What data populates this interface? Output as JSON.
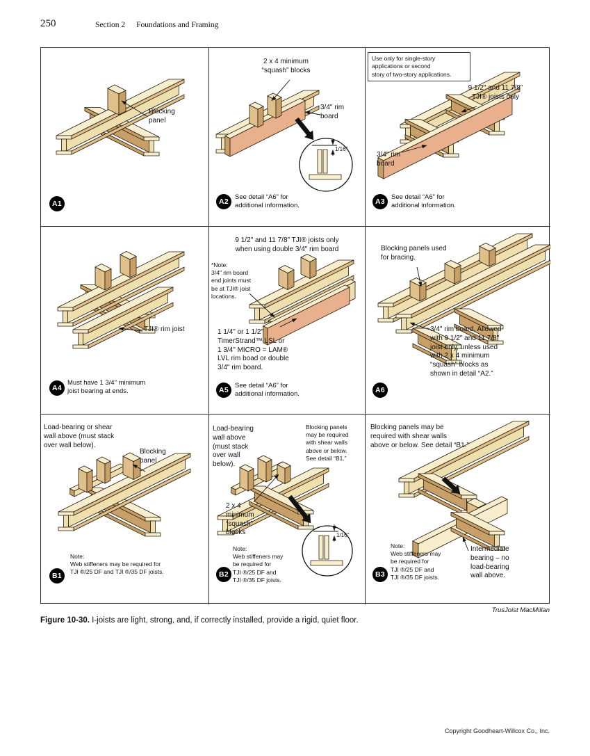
{
  "page": {
    "number": "250",
    "section": "Section 2",
    "section_title": "Foundations and Framing",
    "credit": "TrusJoist MacMillan",
    "figure_label": "Figure 10-30.",
    "figure_caption": " I-joists are light, strong, and, if correctly installed, provide a rigid, quiet floor.",
    "copyright": "Copyright Goodheart-Willcox Co., Inc."
  },
  "cells": {
    "a1": {
      "badge": "A1",
      "blocking_panel_label": "Blocking\npanel"
    },
    "a2": {
      "badge": "A2",
      "squash_label": "2 x 4 minimum\n“squash” blocks",
      "rim_label": "3/4\" rim\nboard",
      "gap_dim": "1/16\"",
      "see_detail": "See detail “A6” for\nadditional information."
    },
    "a3": {
      "badge": "A3",
      "note_box": "Use only for single-story\napplications or second\nstory of two-story applications.",
      "joists_label": "9 1/2\" and 11 7/8\"\nTJI® joists only",
      "rim_label": "3/4\" rim\nboard",
      "see_detail": "See detail “A6” for\nadditional information."
    },
    "a4": {
      "badge": "A4",
      "rim_joist_label": "TJI® rim joist",
      "caption": "Must have 1 3/4\" minimum\njoist bearing at ends."
    },
    "a5": {
      "badge": "A5",
      "heading": "9 1/2\" and 11 7/8\" TJI® joists only\nwhen using double 3/4\" rim board",
      "note": "*Note:\n3/4\" rim board\nend joints must\nbe at TJI® joist\nlocations.",
      "lsl_text": "1 1/4\" or 1 1/2\"\nTimerStrand™ LSL or\n1 3/4\" MICRO = LAM®\nLVL rim boad or double\n3/4\" rim board.",
      "see_detail": "See detail “A6” for\nadditional information."
    },
    "a6": {
      "badge": "A6",
      "heading": "Blocking panels used\nfor bracing.",
      "rim_text": "3/4\" rim board. Allowed\nwith 9 1/2\" and 11 7/8\"\njoist only, unless used\nwith 2 x 4 minimum\n“squash” blocks as\nshown in detail “A2.”"
    },
    "b1": {
      "badge": "B1",
      "heading": "Load-bearing or shear\nwall above (must stack\nover wall below).",
      "blocking_panel_label": "Blocking\npanel",
      "note": "Note:\nWeb stiffeners may be required for\nTJI ®/25 DF and TJI ®/35 DF joists."
    },
    "b2": {
      "badge": "B2",
      "heading": "Load-bearing\nwall above\n(must stack\nover wall\nbelow).",
      "blocking_note": "Blocking panels\nmay be required\nwith shear walls\nabove or below.\nSee detail “B1.”",
      "squash_label": "2 x 4\nminimum\n“squash”\nblocks",
      "gap_dim": "1/16\"",
      "note": "Note:\nWeb stiffeners may\nbe required for\nTJI ®/25 DF and\nTJI ®/35 DF joists."
    },
    "b3": {
      "badge": "B3",
      "heading": "Blocking panels may be\nrequired with shear walls\nabove or below. See detail “B1.”",
      "note": "Note:\nWeb stiffeners may\nbe required for\nTJI ®/25 DF and\nTJI ®/35 DF joists.",
      "bearing_label": "Intermediate\nbearing – no\nload-bearing\nwall above."
    }
  }
}
